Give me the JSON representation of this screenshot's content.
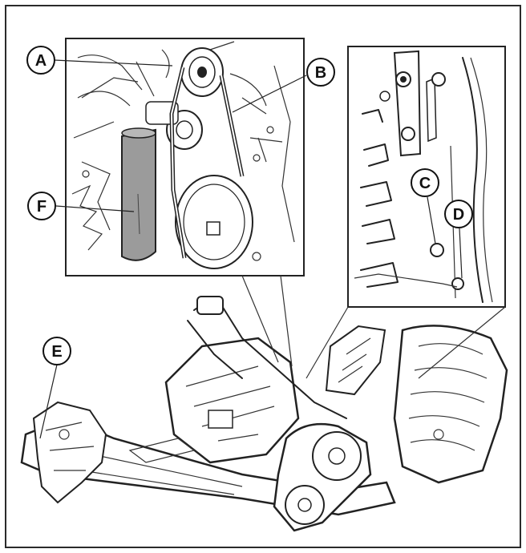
{
  "labels": {
    "a": "A",
    "b": "B",
    "c": "C",
    "d": "D",
    "e": "E",
    "f": "F"
  },
  "colors": {
    "line": "#222222",
    "highlight_part": "#9b9b9b",
    "background": "#ffffff"
  }
}
